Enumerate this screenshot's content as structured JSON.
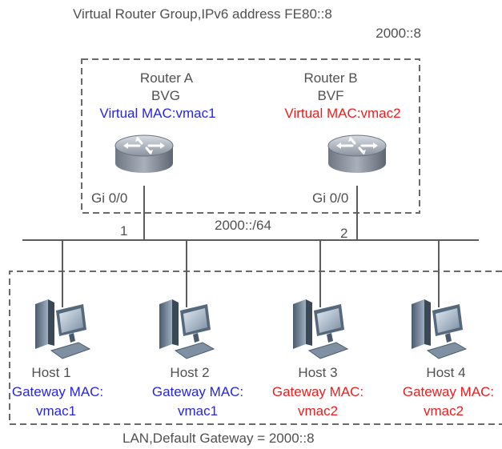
{
  "group": {
    "title": "Virtual Router Group,IPv6 address FE80::8",
    "address2": "2000::8"
  },
  "routers": [
    {
      "name": "Router A",
      "role": "BVG",
      "mac": "Virtual MAC:vmac1",
      "port": "Gi 0/0",
      "link": "1",
      "color": "#2525e6"
    },
    {
      "name": "Router B",
      "role": "BVF",
      "mac": "Virtual MAC:vmac2",
      "port": "Gi 0/0",
      "link": "2",
      "color": "#ee1c1c"
    }
  ],
  "network": "2000::/64",
  "hosts": [
    {
      "name": "Host 1",
      "gw_label": "Gateway MAC:",
      "gw_value": "vmac1",
      "color": "#2525e6"
    },
    {
      "name": "Host 2",
      "gw_label": "Gateway MAC:",
      "gw_value": "vmac1",
      "color": "#2525e6"
    },
    {
      "name": "Host 3",
      "gw_label": "Gateway MAC:",
      "gw_value": "vmac2",
      "color": "#ee1c1c"
    },
    {
      "name": "Host 4",
      "gw_label": "Gateway MAC:",
      "gw_value": "vmac2",
      "color": "#ee1c1c"
    }
  ],
  "lan_caption": "LAN,Default Gateway = 2000::8"
}
